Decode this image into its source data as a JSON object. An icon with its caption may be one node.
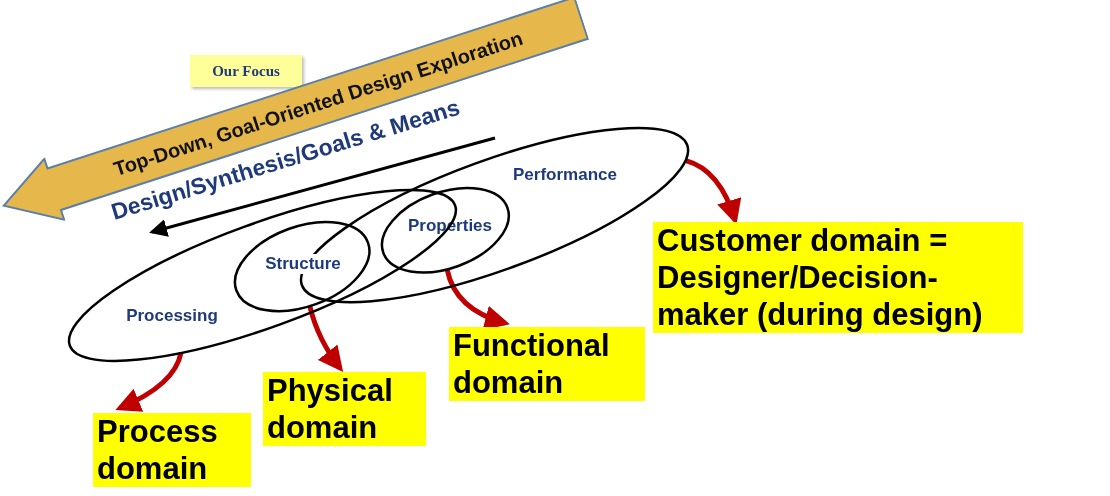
{
  "diagram": {
    "nodes": [
      {
        "text": [
          "Performance"
        ]
      },
      {
        "text": [
          "Properties"
        ],
        "in": 0
      },
      {
        "text": [
          "Processing"
        ]
      },
      {
        "text": [
          "Structure"
        ],
        "in": 2
      },
      {
        "text": [
          "Customer domain = Designer/Decision-maker (during design)"
        ]
      },
      {
        "text": [
          "Functional domain"
        ]
      },
      {
        "text": [
          "Physical domain"
        ]
      },
      {
        "text": [
          "Process domain"
        ]
      },
      {
        "text": [
          "Our Focus"
        ]
      },
      {
        "text": [
          "Top-Down, Goal-Oriented Design Exploration"
        ]
      }
    ],
    "edges": [
      {
        "from": 0,
        "to": 4,
        "arrow": "to"
      },
      {
        "from": 1,
        "to": 5,
        "arrow": "to"
      },
      {
        "from": 3,
        "to": 6,
        "arrow": "to"
      },
      {
        "from": 2,
        "to": 7,
        "arrow": "to"
      }
    ],
    "labels": [
      "Design/Synthesis/Goals & Means"
    ]
  }
}
